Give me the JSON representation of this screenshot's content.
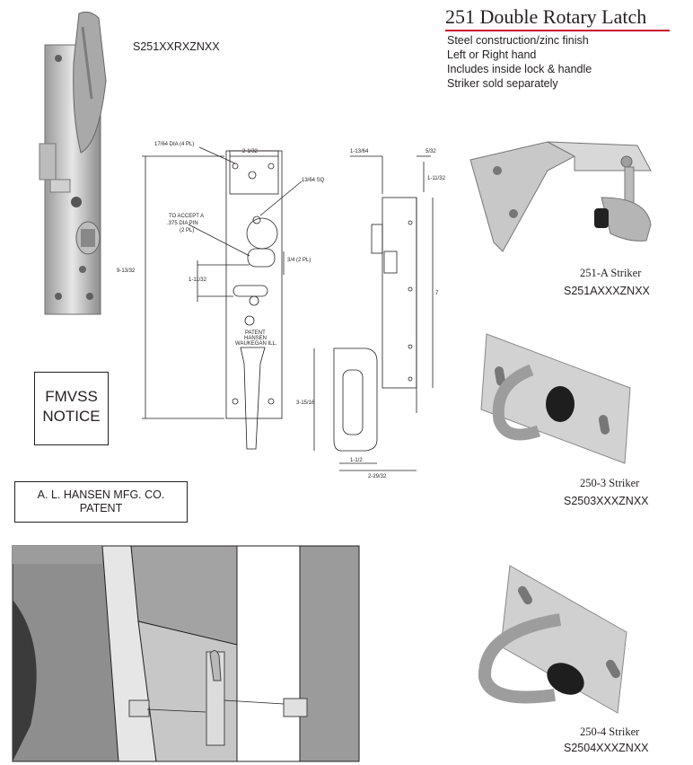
{
  "product": {
    "title": "251 Double Rotary Latch",
    "accent_color": "#c8102e",
    "features": [
      "Steel construction/zinc finish",
      "Left or Right hand",
      "Includes inside lock & handle",
      "Striker sold separately"
    ],
    "latch_part_number": "S251XXRXZNXX"
  },
  "notices": {
    "fmvss_line1": "FMVSS",
    "fmvss_line2": "NOTICE",
    "patent_line1": "A. L. HANSEN MFG. CO.",
    "patent_line2": "PATENT"
  },
  "drawing": {
    "holes": "17/64 DIA (4 PL)",
    "width_top": "2-1/32",
    "square": "13/64 SQ",
    "pin_line1": "TO ACCEPT A",
    "pin_line2": ".375 DIA PIN",
    "pin_line3": "(2 PL)",
    "overall_height": "9-13/32",
    "slot_spacing": "3/4 (2 PL)",
    "slot_offset": "1-11/32",
    "stamp_line1": "PATENT",
    "stamp_line2": "HANSEN",
    "stamp_line3": "WAUKEGAN ILL.",
    "side_depth": "1-13/64",
    "side_flange": "5/32",
    "side_top": "1-11/32",
    "side_height": "7",
    "handle_height": "3-15/16",
    "handle_width": "1-1/2",
    "overall_depth": "2-29/32"
  },
  "strikers": [
    {
      "caption": "251-A Striker",
      "part_number": "S251AXXXZNXX"
    },
    {
      "caption": "250-3 Striker",
      "part_number": "S2503XXXZNXX"
    },
    {
      "caption": "250-4 Striker",
      "part_number": "S2504XXXZNXX"
    }
  ]
}
